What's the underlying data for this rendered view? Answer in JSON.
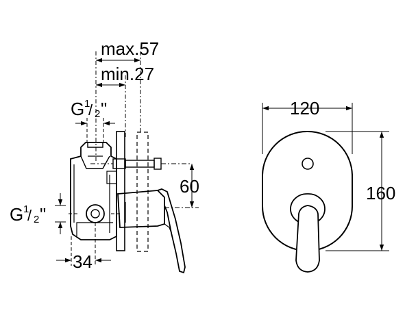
{
  "dimensions": {
    "max_depth": "max.57",
    "min_depth": "min.27",
    "top_thread": {
      "g": "G",
      "num": "1",
      "slash": "/",
      "den": "2",
      "quote": "\""
    },
    "side_thread": {
      "g": "G",
      "num": "1",
      "slash": "/",
      "den": "2",
      "quote": "\""
    },
    "handle_offset": "60",
    "body_offset": "34",
    "plate_width": "120",
    "plate_height": "160"
  },
  "colors": {
    "line": "#000000",
    "background": "#ffffff"
  }
}
